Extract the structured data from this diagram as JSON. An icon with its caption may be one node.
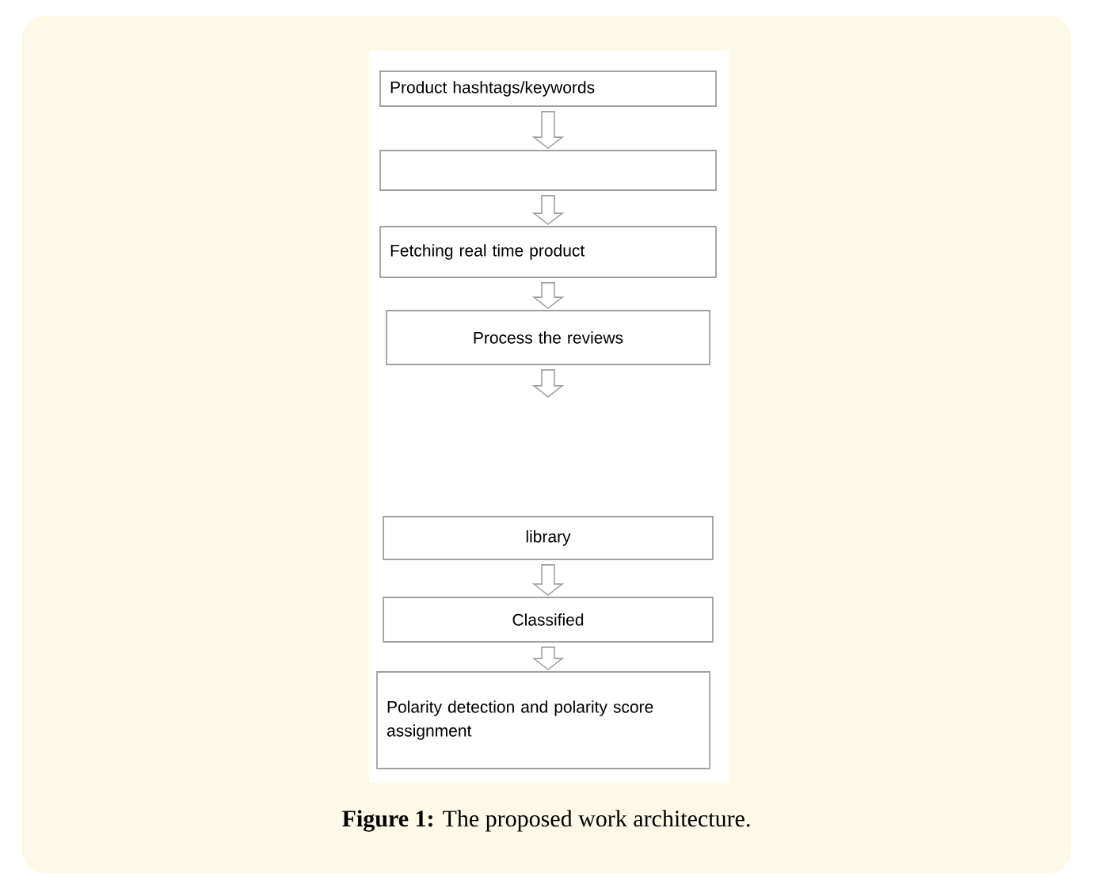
{
  "diagram": {
    "caption": "**Figure 1:** The proposed work architecture.",
    "nodes": [
      {
        "text": [
          "Product hashtags/keywords"
        ]
      },
      {
        "text": [],
        "shape": "box"
      },
      {
        "text": [
          "Fetching real time product"
        ]
      },
      {
        "text": [
          "Process the reviews"
        ]
      },
      {
        "text": [
          "library"
        ]
      },
      {
        "text": [
          "Classified"
        ]
      },
      {
        "text": [
          "Polarity detection and polarity score assignment"
        ]
      }
    ],
    "edges": [
      {
        "from": 0,
        "to": 1,
        "arrow": "to"
      },
      {
        "from": 1,
        "to": 2,
        "arrow": "to"
      },
      {
        "from": 2,
        "to": 3,
        "arrow": "to"
      },
      {
        "from": 3,
        "to": null,
        "arrow": "to"
      },
      {
        "from": 4,
        "to": 5,
        "arrow": "to"
      },
      {
        "from": 5,
        "to": 6,
        "arrow": "to"
      }
    ]
  }
}
